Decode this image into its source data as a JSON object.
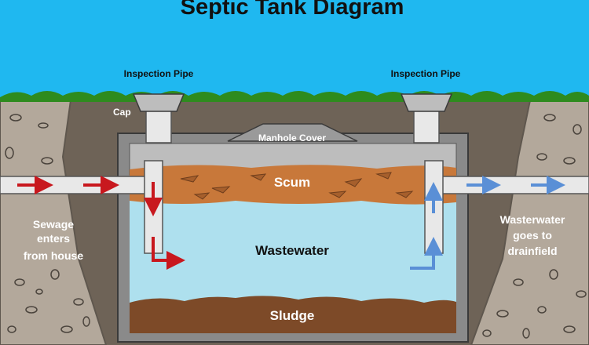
{
  "title": "Septic Tank Diagram",
  "labels": {
    "inspection_pipe_left": "Inspection Pipe",
    "inspection_pipe_right": "Inspection Pipe",
    "cap": "Cap",
    "manhole_cover": "Manhole Cover",
    "scum": "Scum",
    "wastewater": "Wastewater",
    "sludge": "Sludge",
    "sewage_in": [
      "Sewage",
      "enters",
      "from house"
    ],
    "wastewater_out": [
      "Wasterwater",
      "goes to",
      "drainfield"
    ]
  },
  "colors": {
    "sky": "#1fb8f0",
    "grass": "#2e8b1e",
    "soil": "#6e6357",
    "gravel": "#b3a89b",
    "tank_wall": "#8a8a8a",
    "tank_top": "#bdbdbd",
    "pipe": "#e8e8e8",
    "scum": "#c8783a",
    "water": "#aee0ee",
    "sludge": "#7d4a28",
    "arrow_in": "#c8181e",
    "arrow_out": "#5a8fd6"
  }
}
